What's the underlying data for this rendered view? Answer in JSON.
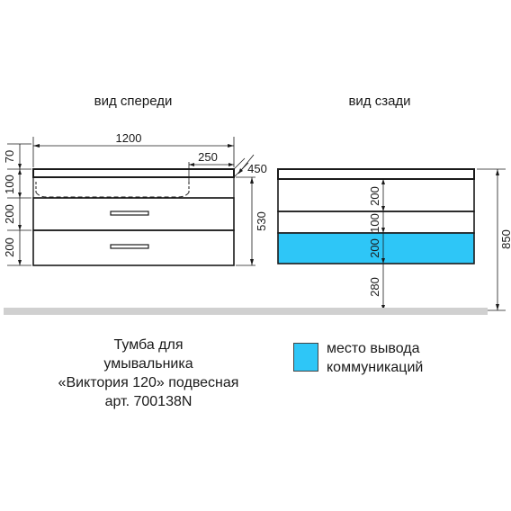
{
  "views": {
    "front_title": "вид спереди",
    "back_title": "вид сзади"
  },
  "front_dimensions": {
    "width": "1200",
    "sink_offset": "250",
    "depth": "450",
    "height": "530",
    "left_70": "70",
    "left_100": "100",
    "left_200_top": "200",
    "left_200_bottom": "200"
  },
  "back_dimensions": {
    "section_top": "200",
    "section_middle": "100",
    "section_bottom": "200",
    "floor_offset": "280",
    "total_height": "850"
  },
  "caption": {
    "line1": "Тумба для",
    "line2": "умывальника",
    "line3": "«Виктория 120» подвесная",
    "line4": "арт. 700138N"
  },
  "legend": {
    "line1": "место вывода",
    "line2": "коммуникаций"
  },
  "colors": {
    "communication_zone": "#2ec6f7",
    "floor": "#d0d0d0",
    "lines": "#1a1a1a"
  }
}
